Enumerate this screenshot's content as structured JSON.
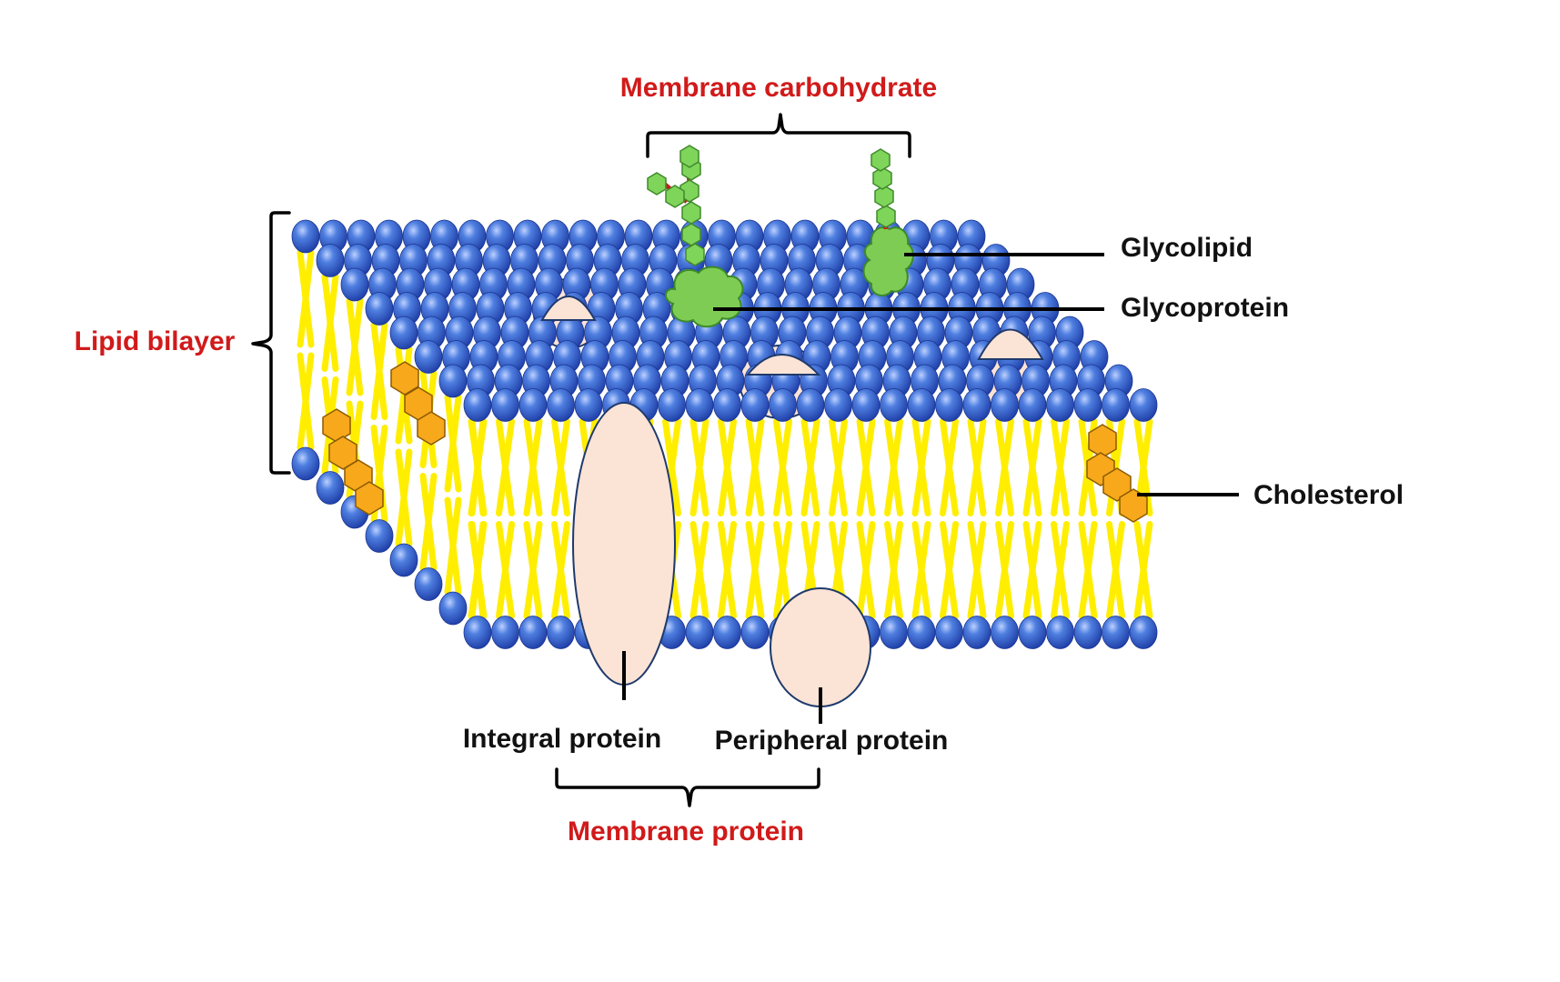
{
  "labels": {
    "membrane_carbohydrate": "Membrane carbohydrate",
    "lipid_bilayer": "Lipid bilayer",
    "glycolipid": "Glycolipid",
    "glycoprotein": "Glycoprotein",
    "cholesterol": "Cholesterol",
    "integral_protein": "Integral protein",
    "peripheral_protein": "Peripheral protein",
    "membrane_protein": "Membrane protein"
  },
  "colors": {
    "category_label": "#d11a1a",
    "component_label": "#111111",
    "phosphate_head": "#3366cc",
    "lipid_tail": "#ffee00",
    "protein": "#fbe3d6",
    "cholesterol": "#f7a81b",
    "carbohydrate": "#7fd45a",
    "glycosidic_link": "#d01818"
  }
}
